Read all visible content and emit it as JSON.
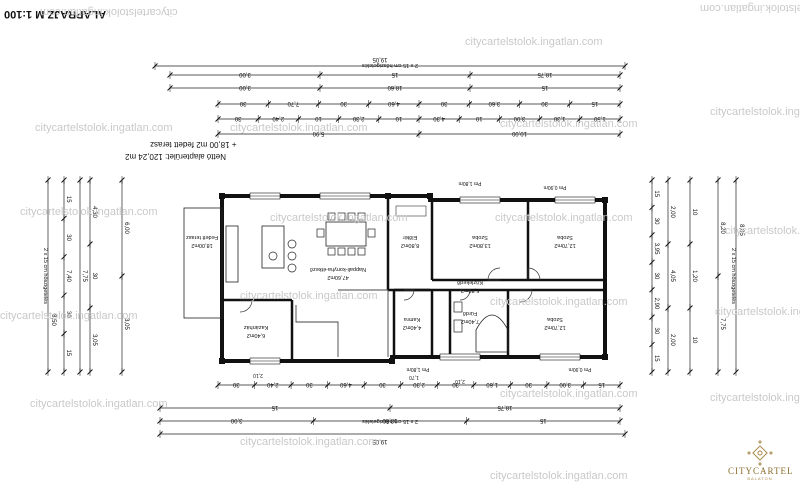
{
  "title": "ALAPRAJZ M 1:100",
  "area_note_line1": "Nettó alapterület: 120,24 m2",
  "area_note_line2": "+ 18,00 m2 fedett terasz",
  "watermark": "citycartelstolok.ingatlan.com",
  "logo": {
    "name": "CITYCARTEL",
    "sub": "BALATON"
  },
  "rooms": [
    {
      "id": "nappali",
      "name": "Nappali-konyha-étkező",
      "area": "47,60m2"
    },
    {
      "id": "hall",
      "name": "Előtér",
      "area": "8,80m2"
    },
    {
      "id": "szoba1",
      "name": "Szoba",
      "area": "13,80m2"
    },
    {
      "id": "szoba2",
      "name": "Szoba",
      "area": "12,70m2"
    },
    {
      "id": "kozlekedo",
      "name": "Közlekedő",
      "area": "5,80m2"
    },
    {
      "id": "kamra",
      "name": "Kamra",
      "area": "4,40m2"
    },
    {
      "id": "furdo",
      "name": "Fürdő",
      "area": "7,40m2"
    },
    {
      "id": "szoba3",
      "name": "Szoba",
      "area": "12,70m2"
    },
    {
      "id": "terasz",
      "name": "Fedett terasz",
      "area": "18,00m2"
    },
    {
      "id": "kazan",
      "name": "Kazánház",
      "area": "6,40m2"
    }
  ],
  "dims_top": {
    "total_label": "2 x 15 cm hőszigetelés",
    "total": "19,05",
    "r1": [
      "3,00",
      "15",
      "18,75"
    ],
    "r2": [
      "3,00",
      "18,60",
      "15"
    ],
    "r3": [
      "30",
      "7,70",
      "30",
      "4,60",
      "30",
      "3,60",
      "30",
      "15"
    ],
    "r4": [
      "30",
      "2,40",
      "10",
      "2,30",
      "10",
      "4,30",
      "10",
      "3,00",
      "1,30",
      "1,50"
    ],
    "r5": [
      "5,90",
      "10,00"
    ]
  },
  "dims_bottom": {
    "total_label": "2 x 15 cm hőszigetelés",
    "total": "19,05",
    "r1": [
      "15",
      "18,75"
    ],
    "r2": [
      "3,00",
      "18,60",
      "15"
    ],
    "r3": [
      "30",
      "2,40",
      "30",
      "4,60",
      "30",
      "2,30",
      "30",
      "1,60",
      "30",
      "3,00",
      "15"
    ]
  },
  "dims_left": {
    "total_label": "2 x 15 cm hőszigetelés",
    "total": "8,50",
    "r1": [
      "15",
      "30",
      "7,40",
      "30",
      "15"
    ],
    "r2": [
      "4,30",
      "30",
      "3,05"
    ],
    "r3": [
      "6,00",
      "3,05"
    ],
    "r4": [
      "7,75"
    ]
  },
  "dims_right": {
    "total_label": "2 x 15 cm hőszigetelés",
    "total": "8,05",
    "r1": [
      "15",
      "30",
      "3,95",
      "30",
      "2,90",
      "30",
      "15"
    ],
    "r2": [
      "2,00",
      "4,05",
      "2,00"
    ],
    "r3": [
      "10",
      "1,20",
      "10"
    ],
    "r4": [
      "8,20",
      "7,75"
    ]
  },
  "small_labels": [
    "Pm 1,80m",
    "Pm 0,90m",
    "Pm 1,80m",
    "Pm 0,90m",
    "2,10",
    "1,70",
    "2,10"
  ]
}
